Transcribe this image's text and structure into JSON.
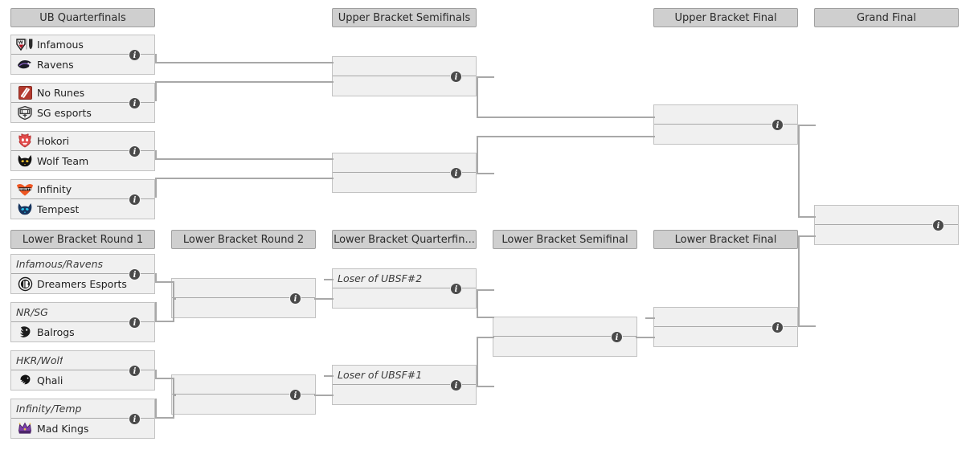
{
  "page": {
    "title": "Double Elimination Tournament Bracket",
    "colors": {
      "header_fill": "#cfcfcf",
      "header_border": "#9f9f9f",
      "match_fill": "#f0f0f0",
      "match_border": "#c2c2c2",
      "connector": "#a8a8a8",
      "info_badge": "#4a4a4a",
      "text": "#1f1f1f"
    },
    "icons": {
      "info": "info-icon"
    }
  },
  "rounds": {
    "ub_quarterfinals": {
      "label": "UB Quarterfinals"
    },
    "ub_semifinals": {
      "label": "Upper Bracket Semifinals"
    },
    "ub_final": {
      "label": "Upper Bracket Final"
    },
    "grand_final": {
      "label": "Grand Final"
    },
    "lb_round1": {
      "label": "Lower Bracket Round 1"
    },
    "lb_round2": {
      "label": "Lower Bracket Round 2"
    },
    "lb_quarterfinals": {
      "label": "Lower Bracket Quarterfin..."
    },
    "lb_semifinal": {
      "label": "Lower Bracket Semifinal"
    },
    "lb_final": {
      "label": "Lower Bracket Final"
    }
  },
  "matches": {
    "ubqf1": {
      "top": {
        "name": "Infamous",
        "logo": "infamous-logo",
        "score": ""
      },
      "bottom": {
        "name": "Ravens",
        "logo": "ravens-logo",
        "score": ""
      },
      "info": "i"
    },
    "ubqf2": {
      "top": {
        "name": "No Runes",
        "logo": "no-runes-logo",
        "score": ""
      },
      "bottom": {
        "name": "SG esports",
        "logo": "sg-esports-logo",
        "score": ""
      },
      "info": "i"
    },
    "ubqf3": {
      "top": {
        "name": "Hokori",
        "logo": "hokori-logo",
        "score": ""
      },
      "bottom": {
        "name": "Wolf Team",
        "logo": "wolf-team-logo",
        "score": ""
      },
      "info": "i"
    },
    "ubqf4": {
      "top": {
        "name": "Infinity",
        "logo": "infinity-logo",
        "score": ""
      },
      "bottom": {
        "name": "Tempest",
        "logo": "tempest-logo",
        "score": ""
      },
      "info": "i"
    },
    "ubsf1": {
      "top": {
        "name": "",
        "logo": "",
        "score": ""
      },
      "bottom": {
        "name": "",
        "logo": "",
        "score": ""
      },
      "info": "i"
    },
    "ubsf2": {
      "top": {
        "name": "",
        "logo": "",
        "score": ""
      },
      "bottom": {
        "name": "",
        "logo": "",
        "score": ""
      },
      "info": "i"
    },
    "ubf": {
      "top": {
        "name": "",
        "logo": "",
        "score": ""
      },
      "bottom": {
        "name": "",
        "logo": "",
        "score": ""
      },
      "info": "i"
    },
    "gf": {
      "top": {
        "name": "",
        "logo": "",
        "score": ""
      },
      "bottom": {
        "name": "",
        "logo": "",
        "score": ""
      },
      "info": "i"
    },
    "lbr1_1": {
      "top": {
        "name": "Infamous/Ravens",
        "logo": "",
        "score": "",
        "placeholder": true
      },
      "bottom": {
        "name": "Dreamers Esports",
        "logo": "dreamers-esports-logo",
        "score": ""
      },
      "info": "i"
    },
    "lbr1_2": {
      "top": {
        "name": "NR/SG",
        "logo": "",
        "score": "",
        "placeholder": true
      },
      "bottom": {
        "name": "Balrogs",
        "logo": "balrogs-logo",
        "score": ""
      },
      "info": "i"
    },
    "lbr1_3": {
      "top": {
        "name": "HKR/Wolf",
        "logo": "",
        "score": "",
        "placeholder": true
      },
      "bottom": {
        "name": "Qhali",
        "logo": "qhali-logo",
        "score": ""
      },
      "info": "i"
    },
    "lbr1_4": {
      "top": {
        "name": "Infinity/Temp",
        "logo": "",
        "score": "",
        "placeholder": true
      },
      "bottom": {
        "name": "Mad Kings",
        "logo": "mad-kings-logo",
        "score": ""
      },
      "info": "i"
    },
    "lbr2_1": {
      "top": {
        "name": "",
        "logo": "",
        "score": ""
      },
      "bottom": {
        "name": "",
        "logo": "",
        "score": ""
      },
      "info": "i"
    },
    "lbr2_2": {
      "top": {
        "name": "",
        "logo": "",
        "score": ""
      },
      "bottom": {
        "name": "",
        "logo": "",
        "score": ""
      },
      "info": "i"
    },
    "lbqf1": {
      "top": {
        "name": "Loser of UBSF#2",
        "logo": "",
        "score": "",
        "placeholder": true
      },
      "bottom": {
        "name": "",
        "logo": "",
        "score": ""
      },
      "info": "i"
    },
    "lbqf2": {
      "top": {
        "name": "Loser of UBSF#1",
        "logo": "",
        "score": "",
        "placeholder": true
      },
      "bottom": {
        "name": "",
        "logo": "",
        "score": ""
      },
      "info": "i"
    },
    "lbsf": {
      "top": {
        "name": "",
        "logo": "",
        "score": ""
      },
      "bottom": {
        "name": "",
        "logo": "",
        "score": ""
      },
      "info": "i"
    },
    "lbf": {
      "top": {
        "name": "",
        "logo": "",
        "score": ""
      },
      "bottom": {
        "name": "",
        "logo": "",
        "score": ""
      },
      "info": "i"
    }
  }
}
